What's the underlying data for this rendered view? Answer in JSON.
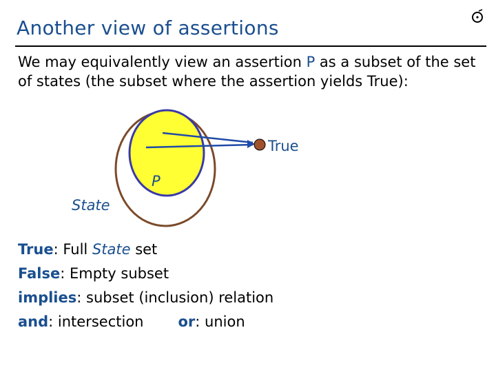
{
  "slide": {
    "title": "Another view of assertions",
    "intro": {
      "part1": "We may equivalently view an assertion ",
      "P": "P",
      "part2": " as a subset of the set of states (the subset where the assertion yields True):"
    },
    "diagram": {
      "true_label": "True",
      "p_label": "P",
      "state_label": "State"
    },
    "definitions": {
      "true_kw": "True",
      "true_rest1": ": Full ",
      "true_state": "State",
      "true_rest2": " set",
      "false_kw": "False",
      "false_rest": ": Empty subset",
      "implies_kw": "implies",
      "implies_rest": ": subset (inclusion) relation",
      "and_kw": "and",
      "and_rest": ": intersection",
      "or_kw": "or",
      "or_rest": ": union"
    },
    "colors": {
      "title": "#1a4f8f",
      "state_outline": "#7a4a2a",
      "p_fill": "#ffff33",
      "p_outline": "#3a3aa8",
      "true_dot": "#a0522d",
      "arrow": "#1f4aa8"
    }
  }
}
